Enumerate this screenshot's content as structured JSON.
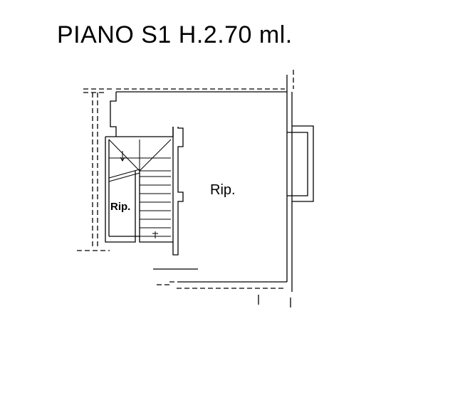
{
  "title": "PIANO S1 H.2.70 ml.",
  "rooms": {
    "main_label": "Rip.",
    "small_label": "Rip."
  },
  "colors": {
    "line": "#000000",
    "background": "#ffffff"
  }
}
